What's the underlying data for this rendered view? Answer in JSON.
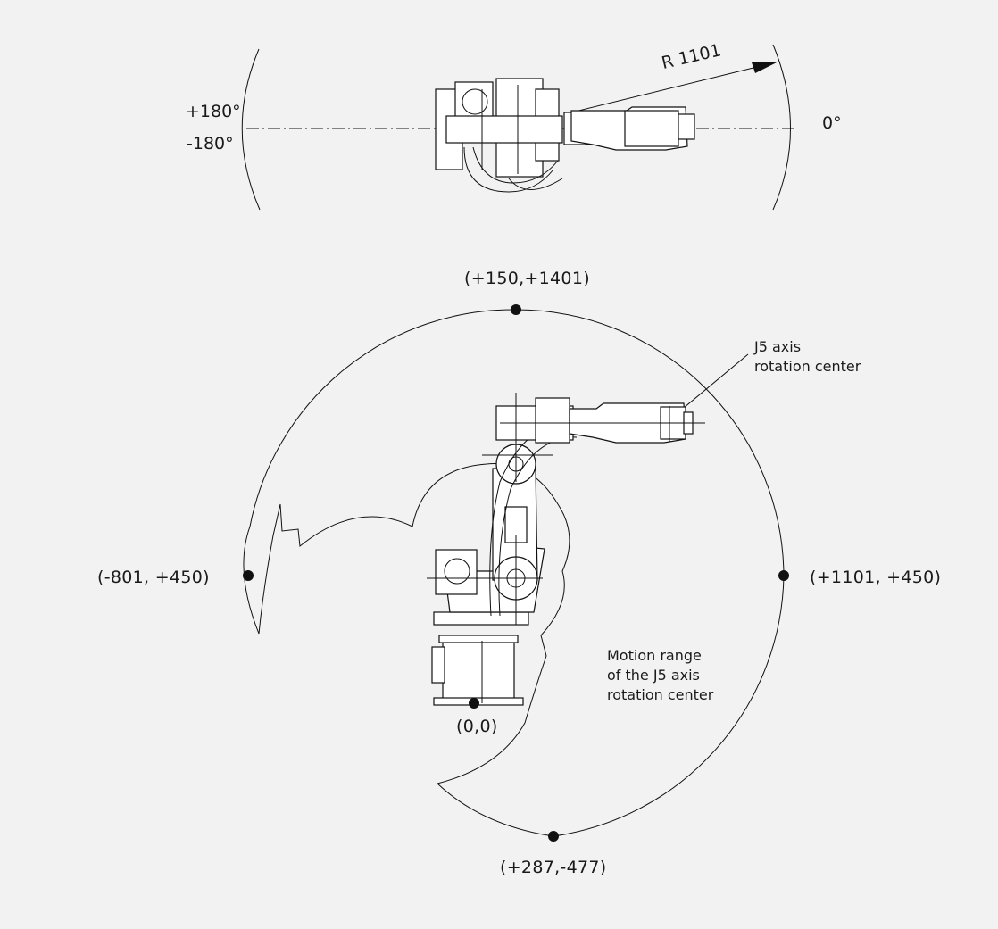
{
  "top_view": {
    "radius_label": "R 1101",
    "angle_plus": "+180°",
    "angle_minus": "-180°",
    "angle_zero": "0°"
  },
  "side_view": {
    "points": {
      "top": "(+150,+1401)",
      "left": "(-801, +450)",
      "right": "(+1101, +450)",
      "bottom": "(+287,-477)",
      "origin": "(0,0)"
    },
    "annotations": {
      "j5_center": "J5 axis\nrotation center",
      "motion_range": "Motion range\nof the J5 axis\nrotation center"
    }
  },
  "colors": {
    "line": "#111111",
    "background": "#f2f2f2",
    "robot_fill": "#ffffff"
  }
}
